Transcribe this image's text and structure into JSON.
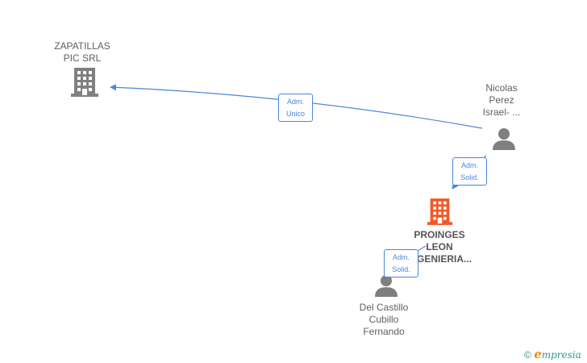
{
  "colors": {
    "edge": "#4a86d8",
    "company": "#808080",
    "company_focus": "#f05a28",
    "person": "#7f7f7f",
    "brand": "#2a9a8a",
    "brand_accent": "#f08a1c"
  },
  "nodes": {
    "zapatillas": {
      "line1": "ZAPATILLAS",
      "line2": "PIC SRL",
      "icon": "building-icon"
    },
    "nicolas": {
      "line1": "Nicolas",
      "line2": "Perez",
      "line3": "Israel- ...",
      "icon": "person-icon"
    },
    "proinges": {
      "line1": "PROINGES",
      "line2": "LEON",
      "line3": "INGENIERIA...",
      "icon": "building-icon"
    },
    "delcastillo": {
      "line1": "Del Castillo",
      "line2": "Cubillo",
      "line3": "Fernando",
      "icon": "person-icon"
    }
  },
  "edges": [
    {
      "from": "Nicolas Perez Israel- ...",
      "to": "ZAPATILLAS PIC SRL",
      "label_line1": "Adm.",
      "label_line2": "Unico"
    },
    {
      "from": "Nicolas Perez Israel- ...",
      "to": "PROINGES LEON INGENIERIA...",
      "label_line1": "Adm.",
      "label_line2": "Solid."
    },
    {
      "from": "Del Castillo Cubillo Fernando",
      "to": "PROINGES LEON INGENIERIA...",
      "label_line1": "Adm.",
      "label_line2": "Solid."
    }
  ],
  "footer": {
    "copyright": "©",
    "brand_first": "e",
    "brand_rest": "mpresia"
  }
}
